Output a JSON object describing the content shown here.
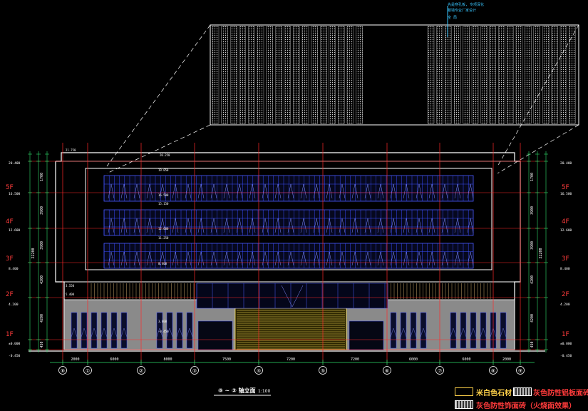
{
  "drawing": {
    "title": "⑧ ~ ③ 轴立面",
    "scale": "1:100"
  },
  "notes": {
    "top": [
      "先是穿孔板, 专项深化",
      "幕墙专业厂家设计",
      "全 局"
    ]
  },
  "floors_left": [
    "5F",
    "4F",
    "3F",
    "2F",
    "1F"
  ],
  "floors_right": [
    "5F",
    "4F",
    "3F",
    "2F",
    "1F"
  ],
  "levels_left": [
    "20.400",
    "16.500",
    "12.600",
    "8.400",
    "4.200",
    "±0.000",
    "-0.450"
  ],
  "levels_right": [
    "20.400",
    "16.500",
    "12.600",
    "8.400",
    "4.200",
    "±0.000",
    "-0.450"
  ],
  "interior_levels": [
    "21.750",
    "20.250",
    "19.050",
    "16.500",
    "15.150",
    "12.600",
    "11.250",
    "8.400",
    "3.550",
    "5.400",
    "3.600",
    "-0.450"
  ],
  "dims_left_col": [
    "1700",
    "3900",
    "3900",
    "4200",
    "4200",
    "450"
  ],
  "dims_right_col": [
    "1700",
    "3900",
    "3900",
    "4200",
    "4200",
    "450"
  ],
  "dims_total": "22200",
  "axis_labels": [
    "⑧",
    "①",
    "②",
    "③",
    "④",
    "⑤",
    "⑥",
    "⑦",
    "⑧",
    "⑨"
  ],
  "axis_dims": [
    "2000",
    "6000",
    "8000",
    "7500",
    "7200",
    "7200",
    "6000",
    "6000",
    "2000"
  ],
  "legend": {
    "item1": "米白色石材",
    "item2": "灰色防性铝板面砖（火",
    "item3": "灰色防性饰面砖（火烧面效果）",
    "colors": {
      "item1": "#ffd24a",
      "item2": "#ff3b3b",
      "item3": "#ff3b3b"
    }
  }
}
